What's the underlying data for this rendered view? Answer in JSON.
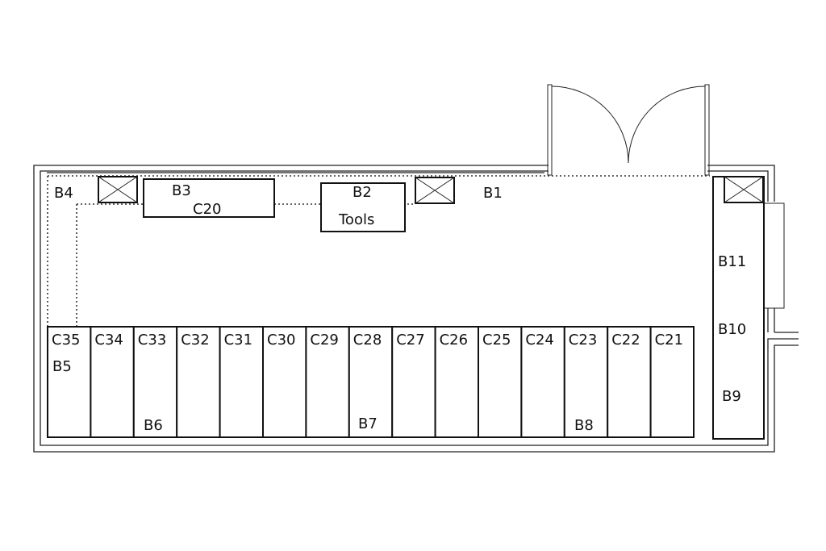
{
  "labels": {
    "b1": "B1",
    "b2": "B2",
    "b3": "B3",
    "b4": "B4",
    "b5": "B5",
    "b6": "B6",
    "b7": "B7",
    "b8": "B8",
    "b9": "B9",
    "b10": "B10",
    "b11": "B11",
    "c20": "C20",
    "tools": "Tools"
  },
  "cabinets": [
    "C35",
    "C34",
    "C33",
    "C32",
    "C31",
    "C30",
    "C29",
    "C28",
    "C27",
    "C26",
    "C25",
    "C24",
    "C23",
    "C22",
    "C21"
  ]
}
